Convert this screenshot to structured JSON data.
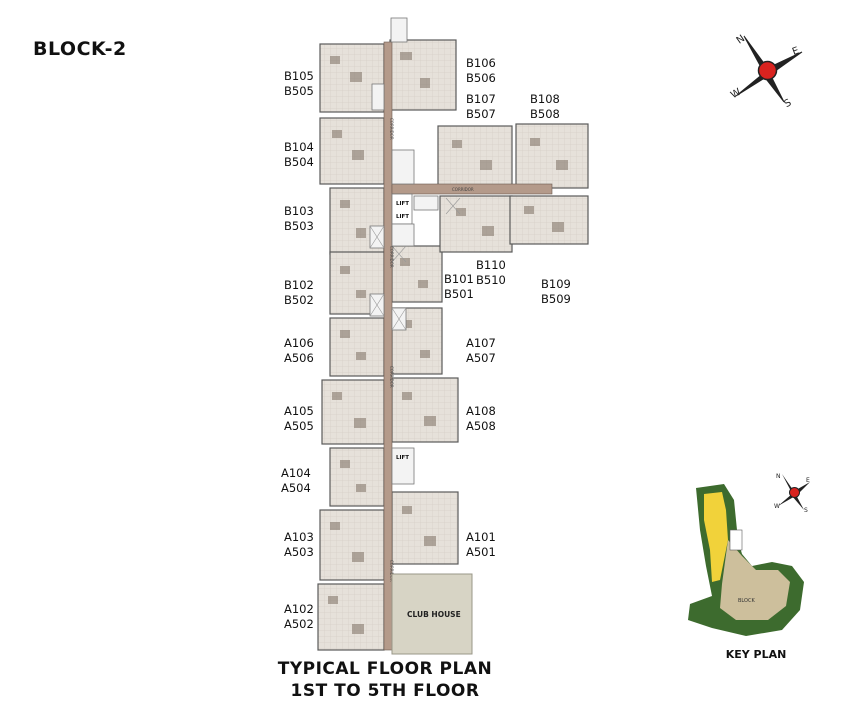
{
  "title": "BLOCK-2",
  "compass": {
    "n": "N",
    "e": "E",
    "s": "S",
    "w": "W"
  },
  "units": [
    {
      "a": "B105",
      "b": "B505"
    },
    {
      "a": "B106",
      "b": "B506"
    },
    {
      "a": "B107",
      "b": "B507"
    },
    {
      "a": "B108",
      "b": "B508"
    },
    {
      "a": "B104",
      "b": "B504"
    },
    {
      "a": "B103",
      "b": "B503"
    },
    {
      "a": "B110",
      "b": "B510"
    },
    {
      "a": "B102",
      "b": "B502"
    },
    {
      "a": "B101",
      "b": "B501"
    },
    {
      "a": "B109",
      "b": "B509"
    },
    {
      "a": "A106",
      "b": "A506"
    },
    {
      "a": "A107",
      "b": "A507"
    },
    {
      "a": "A105",
      "b": "A505"
    },
    {
      "a": "A108",
      "b": "A508"
    },
    {
      "a": "A104",
      "b": "A504"
    },
    {
      "a": "A103",
      "b": "A503"
    },
    {
      "a": "A101",
      "b": "A501"
    },
    {
      "a": "A102",
      "b": "A502"
    }
  ],
  "plan": {
    "corridor": "CORRIDOR",
    "lift": "LIFT",
    "club_house": "CLUB HOUSE"
  },
  "footer": {
    "line1": "TYPICAL FLOOR PLAN",
    "line2": "1ST TO 5TH FLOOR"
  },
  "key_plan": {
    "label": "KEY PLAN",
    "block_label": "BLOCK",
    "compass": {
      "n": "N",
      "e": "E",
      "s": "S",
      "w": "W"
    }
  },
  "colors": {
    "corridor": "#b49a8a",
    "wall": "#5a5a5a",
    "floor_tile": "#dcd6cf",
    "club_house": "#d7d4c5",
    "compass_center": "#d9231f",
    "key_green": "#3d6b2e",
    "key_yellow": "#f1d23a",
    "key_beige": "#cdbf9c"
  }
}
